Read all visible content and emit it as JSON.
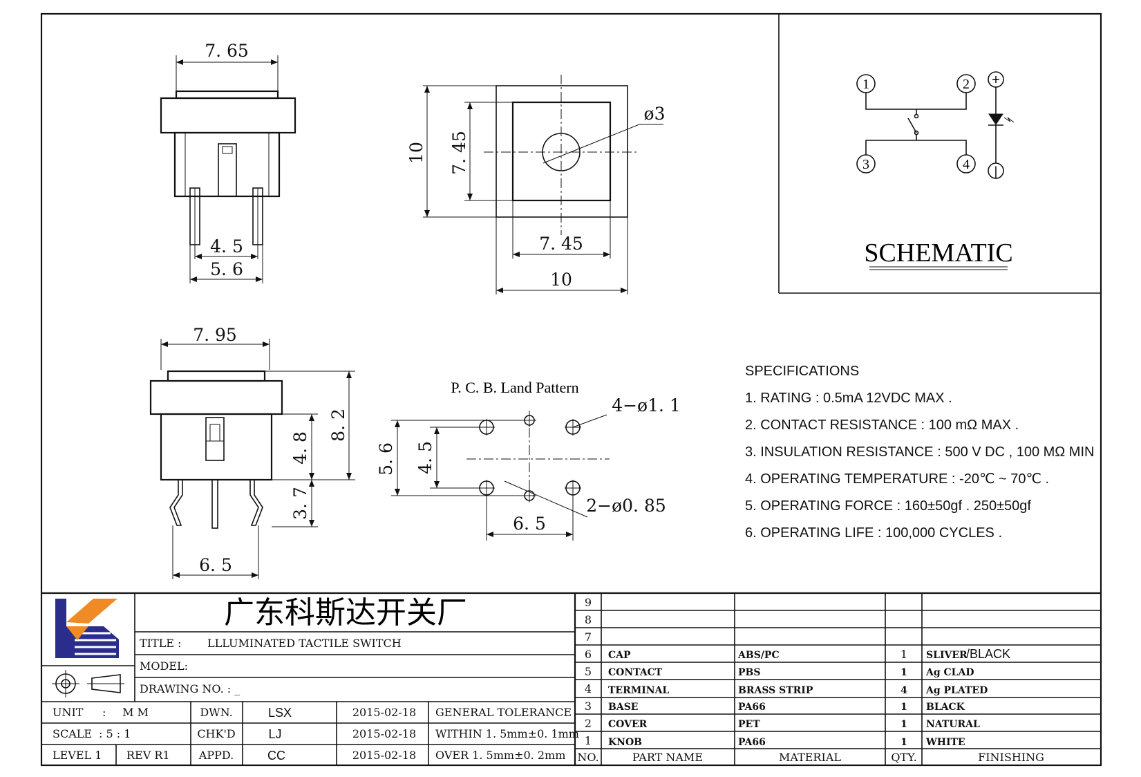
{
  "schematic": {
    "title": "SCHEMATIC",
    "pins": [
      "1",
      "2",
      "3",
      "4"
    ],
    "led_plus": "+",
    "led_minus": "|"
  },
  "views": {
    "front_top": {
      "width_top": "7. 65",
      "pin_inner": "4. 5",
      "pin_outer": "5. 6"
    },
    "top": {
      "outer_h": "10",
      "inner_h": "7. 45",
      "hole": "ø3",
      "inner_w": "7. 45",
      "outer_w": "10"
    },
    "side": {
      "width": "7. 95",
      "h_body": "4. 8",
      "h_total": "8. 2",
      "h_pin": "3. 7",
      "pin_span": "6. 5"
    },
    "pcb": {
      "title": "P. C. B. Land Pattern",
      "holes_4": "4−ø1. 1",
      "holes_2": "2−ø0. 85",
      "outer_h": "5. 6",
      "inner_h": "4. 5",
      "span": "6. 5"
    }
  },
  "specifications": {
    "heading": "SPECIFICATIONS",
    "items": [
      "1. RATING : 0.5mA 12VDC MAX .",
      "2. CONTACT RESISTANCE : 100 mΩ MAX .",
      "3. INSULATION RESISTANCE : 500 V DC , 100 MΩ MIN",
      "4. OPERATING TEMPERATURE : -20℃ ~ 70℃ .",
      "5. OPERATING FORCE : 160±50gf . 250±50gf",
      "6. OPERATING LIFE : 100,000 CYCLES ."
    ]
  },
  "title_block": {
    "company": "广东科斯达开关厂",
    "title_label": "TITLE :",
    "title_value": "LLLUMINATED TACTILE SWITCH",
    "model_label": "MODEL:",
    "drawing_label": "DRAWING NO. : _",
    "unit_label": "UNIT",
    "unit_sep": ":",
    "unit_value": "M M",
    "scale_label": "SCALE",
    "scale_value": ": 5 : 1",
    "level_label": "LEVEL 1",
    "rev_label": "REV R1",
    "dwn_label": "DWN.",
    "chk_label": "CHK'D",
    "appd_label": "APPD.",
    "dwn_name": "LSX",
    "chk_name": "LJ",
    "appd_name": "CC",
    "date1": "2015-02-18",
    "date2": "2015-02-18",
    "date3": "2015-02-18",
    "tol_1": "GENERAL TOLERANCE",
    "tol_2": "WITHIN 1. 5mm±0. 1mm",
    "tol_3": "OVER 1. 5mm±0. 2mm"
  },
  "parts_table": {
    "headers": {
      "no": "NO.",
      "part": "PART NAME",
      "material": "MATERIAL",
      "qty": "QTY.",
      "finishing": "FINISHING"
    },
    "empty_rows": [
      "9",
      "8",
      "7"
    ],
    "rows": [
      {
        "no": "6",
        "part": "CAP",
        "material": "ABS/PC",
        "qty": "1",
        "finishing_a": "SLIVER",
        "finishing_b": "/BLACK"
      },
      {
        "no": "5",
        "part": "CONTACT",
        "material": "PBS",
        "qty": "1",
        "finishing_a": "Ag CLAD",
        "finishing_b": ""
      },
      {
        "no": "4",
        "part": "TERMINAL",
        "material": "BRASS STRIP",
        "qty": "4",
        "finishing_a": "Ag PLATED",
        "finishing_b": ""
      },
      {
        "no": "3",
        "part": "BASE",
        "material": "PA66",
        "qty": "1",
        "finishing_a": "BLACK",
        "finishing_b": ""
      },
      {
        "no": "2",
        "part": "COVER",
        "material": "PET",
        "qty": "1",
        "finishing_a": "NATURAL",
        "finishing_b": ""
      },
      {
        "no": "1",
        "part": "KNOB",
        "material": "PA66",
        "qty": "1",
        "finishing_a": "WHITE",
        "finishing_b": ""
      }
    ]
  },
  "colors": {
    "logo_blue": "#2a2d8c",
    "logo_orange": "#f08a24",
    "line": "#111111"
  }
}
